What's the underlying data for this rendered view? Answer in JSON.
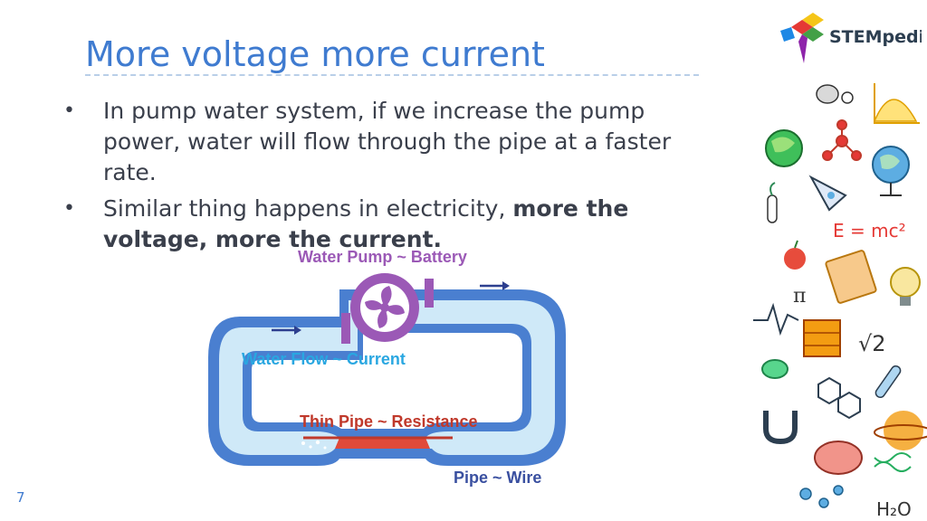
{
  "slide": {
    "title": "More voltage more current",
    "page_number": "7",
    "bullets": [
      {
        "text": "In pump water system, if we increase the pump power, water will flow through the pipe at a faster rate."
      },
      {
        "text_plain": "Similar thing happens in electricity, ",
        "text_bold": "more the voltage, more the current."
      }
    ]
  },
  "logo": {
    "text": "STEMpedia"
  },
  "diagram": {
    "labels": {
      "pump": "Water Pump ~ Battery",
      "flow": "Water Flow ~ Current",
      "thin_pipe": "Thin Pipe ~ Resistance",
      "pipe": "Pipe ~ Wire"
    },
    "colors": {
      "pump": "#9b59b6",
      "flow": "#29a7e1",
      "resistance": "#c0392b",
      "wire": "#3a50a0",
      "pipe_outer": "#4a7fd0",
      "pipe_inner": "#cfe9f8"
    }
  },
  "decor": {
    "formula_1": "E = mc²",
    "formula_2": "π",
    "formula_3": "√2",
    "formula_4": "H₂O"
  }
}
